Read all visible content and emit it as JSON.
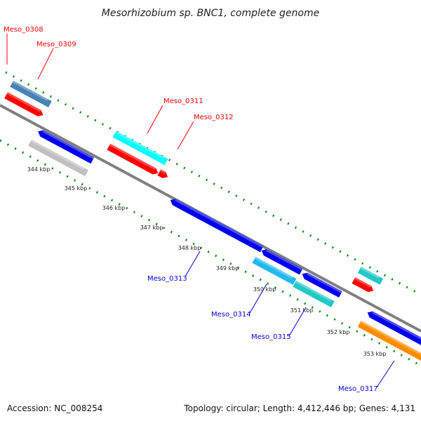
{
  "title": "Mesorhizobium sp. BNC1, complete genome",
  "footer": {
    "accession": "Accession: NC_008254",
    "summary": "Topology: circular; Length: 4,412,446 bp; Genes: 4,131"
  },
  "ticks": [
    "344 kbp",
    "345 kbp",
    "346 kbp",
    "347 kbp",
    "348 kbp",
    "349 kbp",
    "350 kbp",
    "351 kbp",
    "352 kbp",
    "353 kbp"
  ],
  "labels": {
    "forward": [
      "Meso_0308",
      "Meso_0309",
      "Meso_0311",
      "Meso_0312"
    ],
    "reverse": [
      "Meso_0313",
      "Meso_0314",
      "Meso_0315",
      "Meso_0317"
    ]
  },
  "colors": {
    "forward_label": "#ff0000",
    "reverse_label": "#0000dd",
    "backbone": "#808080",
    "tick": "#0a8a0a",
    "cds_forward": "#ff0000",
    "cds_reverse": "#0000ee",
    "cyan": "#00ffff",
    "steelblue": "#4682b4",
    "gray": "#c0c0c0",
    "lightblue": "#20b8f0",
    "teal": "#20c8c8",
    "orange": "#ff8c00"
  }
}
